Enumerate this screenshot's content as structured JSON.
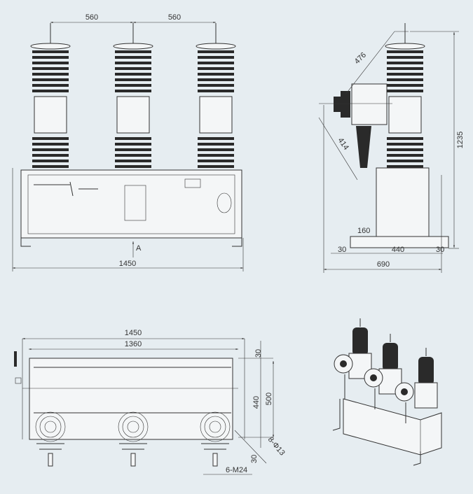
{
  "front_view": {
    "spacing_left": "560",
    "spacing_right": "560",
    "overall_width": "1450",
    "view_marker": "A"
  },
  "side_view": {
    "diag_upper": "476",
    "diag_lower": "414",
    "height": "1235",
    "base_offset": "160",
    "margin_left": "30",
    "base_width": "440",
    "margin_right": "30",
    "overall_depth": "690"
  },
  "bottom_view": {
    "overall_width": "1450",
    "inner_width": "1360",
    "top_offset": "30",
    "hole_spacing": "440",
    "overall_depth": "500",
    "edge_offset": "30",
    "mount_holes": "8-Φ13",
    "terminals": "6-M24"
  }
}
